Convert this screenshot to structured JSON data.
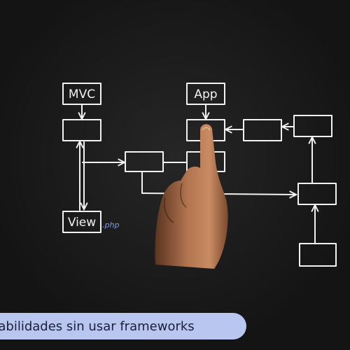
{
  "diagram": {
    "labels": {
      "mvc": "MVC",
      "app": "App",
      "view": "View",
      "php": ".php"
    }
  },
  "caption": {
    "text": "sabilidades sin usar frameworks"
  },
  "colors": {
    "background": "#1c1c1c",
    "chalk": "#f2f2f2",
    "php_accent": "#7f9be8",
    "caption_bg": "#b9c6ef",
    "caption_text": "#1b1f3a"
  }
}
